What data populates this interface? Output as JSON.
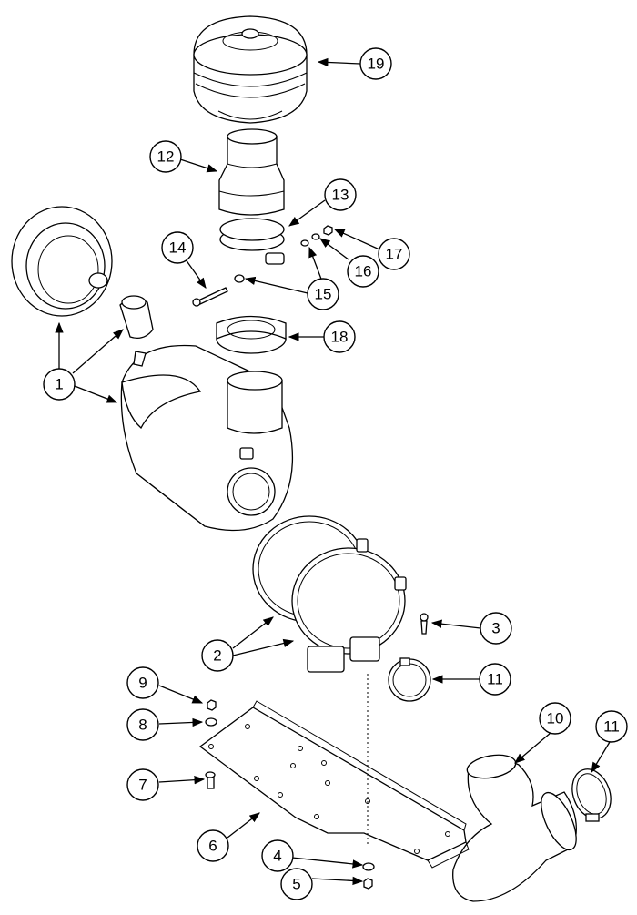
{
  "diagram": {
    "callouts": [
      {
        "id": "c19",
        "label": "19"
      },
      {
        "id": "c12",
        "label": "12"
      },
      {
        "id": "c13",
        "label": "13"
      },
      {
        "id": "c14",
        "label": "14"
      },
      {
        "id": "c15",
        "label": "15"
      },
      {
        "id": "c16",
        "label": "16"
      },
      {
        "id": "c17",
        "label": "17"
      },
      {
        "id": "c18",
        "label": "18"
      },
      {
        "id": "c1",
        "label": "1"
      },
      {
        "id": "c3",
        "label": "3"
      },
      {
        "id": "c2",
        "label": "2"
      },
      {
        "id": "c11a",
        "label": "11"
      },
      {
        "id": "c9",
        "label": "9"
      },
      {
        "id": "c8",
        "label": "8"
      },
      {
        "id": "c10",
        "label": "10"
      },
      {
        "id": "c11b",
        "label": "11"
      },
      {
        "id": "c7",
        "label": "7"
      },
      {
        "id": "c6",
        "label": "6"
      },
      {
        "id": "c4",
        "label": "4"
      },
      {
        "id": "c5",
        "label": "5"
      }
    ],
    "colors": {
      "line": "#000000",
      "background": "#ffffff"
    }
  }
}
